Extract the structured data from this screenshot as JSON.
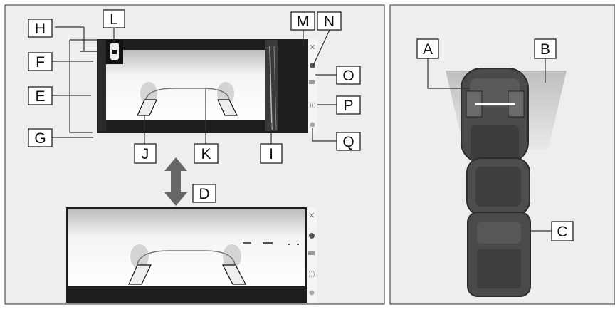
{
  "labels": {
    "A": "A",
    "B": "B",
    "C": "C",
    "D": "D",
    "E": "E",
    "F": "F",
    "G": "G",
    "H": "H",
    "I": "I",
    "J": "J",
    "K": "K",
    "L": "L",
    "M": "M",
    "N": "N",
    "O": "O",
    "P": "P",
    "Q": "Q"
  },
  "icons": {
    "close": "close-icon",
    "top_view": "camera-view-icon",
    "guide": "guide-line-icon",
    "sensor": "sensor-icon",
    "settings": "settings-icon"
  },
  "colors": {
    "panel_bg": "#eeeeee",
    "screen_bar": "#1e1e1e",
    "vehicle": "#4a4a4a",
    "field_of_view": "#c9c9c9",
    "label_border": "#222222"
  }
}
